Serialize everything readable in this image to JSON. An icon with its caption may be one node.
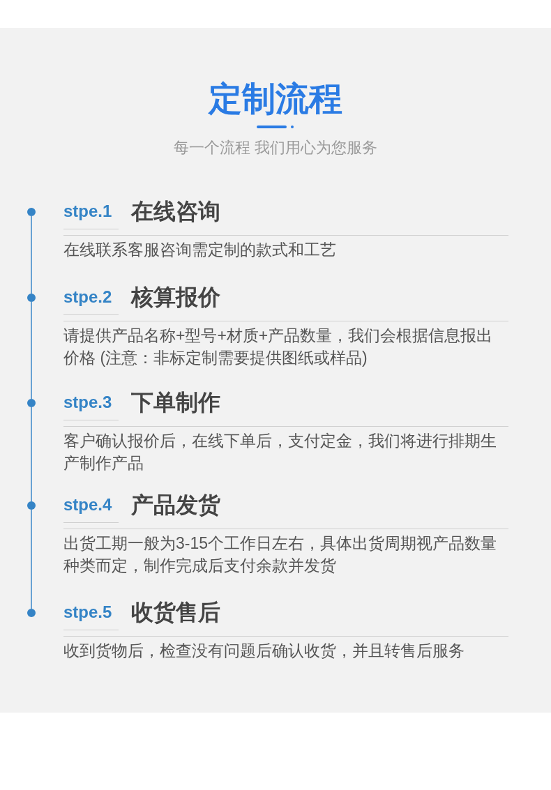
{
  "diagram": {
    "title": "定制流程",
    "nodes": [
      {
        "text": [],
        "shape": "circle",
        "beside": [
          "stpe.1",
          "在线咨询",
          "在线联系客服咨询需定制的款式和工艺"
        ]
      },
      {
        "text": [],
        "shape": "circle",
        "beside": [
          "stpe.2",
          "核算报价",
          "请提供产品名称+型号+材质+产品数量，我们会根据信息报出价格 (注意：非标定制需要提供图纸或样品)"
        ]
      },
      {
        "text": [],
        "shape": "circle",
        "beside": [
          "stpe.3",
          "下单制作",
          "客户确认报价后，在线下单后，支付定金，我们将进行排期生产制作产品"
        ]
      },
      {
        "text": [],
        "shape": "circle",
        "beside": [
          "stpe.4",
          "产品发货",
          "出货工期一般为3-15个工作日左右，具体出货周期视产品数量种类而定，制作完成后支付余款并发货"
        ]
      },
      {
        "text": [],
        "shape": "circle",
        "beside": [
          "stpe.5",
          "收货售后",
          "收到货物后，检查没有问题后确认收货，并且转售后服务"
        ]
      }
    ],
    "edges": [
      {
        "from": 0,
        "to": 1,
        "arrow": "none"
      },
      {
        "from": 1,
        "to": 2,
        "arrow": "none"
      },
      {
        "from": 2,
        "to": 3,
        "arrow": "none"
      },
      {
        "from": 3,
        "to": 4,
        "arrow": "none"
      }
    ],
    "labels": [
      "每一个流程 我们用心为您服务"
    ]
  }
}
